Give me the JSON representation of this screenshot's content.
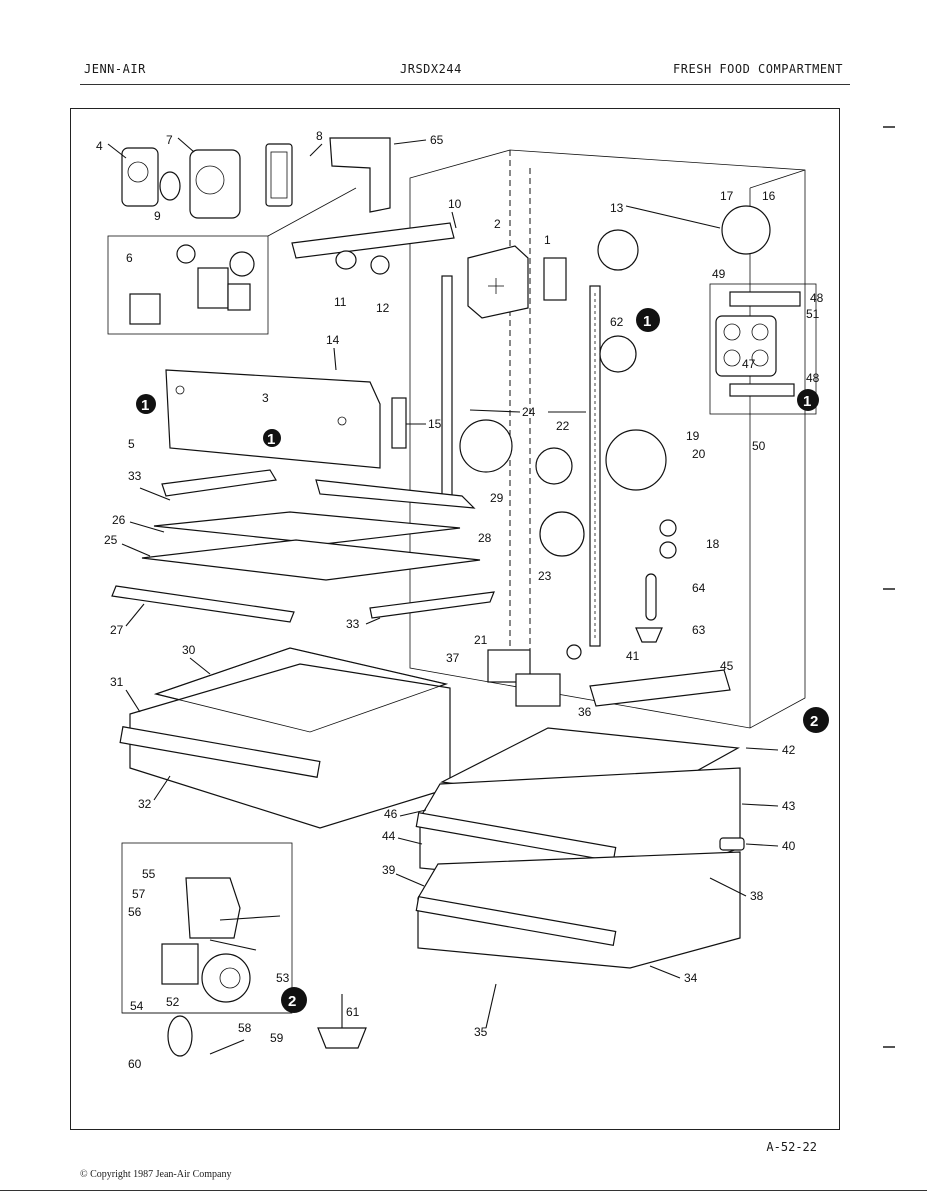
{
  "header": {
    "left": "JENN-AIR",
    "center": "JRSDX244",
    "right": "FRESH FOOD COMPARTMENT"
  },
  "page_code": "A-52-22",
  "copyright": "© Copyright 1987 Jean-Air Company",
  "bubbles": [
    "1",
    "2"
  ],
  "callouts": [
    "1",
    "2",
    "3",
    "4",
    "5",
    "6",
    "7",
    "8",
    "9",
    "10",
    "11",
    "12",
    "13",
    "14",
    "15",
    "16",
    "17",
    "18",
    "19",
    "20",
    "21",
    "22",
    "23",
    "24",
    "25",
    "26",
    "27",
    "28",
    "29",
    "30",
    "31",
    "32",
    "33",
    "34",
    "35",
    "36",
    "37",
    "38",
    "39",
    "40",
    "41",
    "42",
    "43",
    "44",
    "45",
    "46",
    "47",
    "48",
    "49",
    "50",
    "51",
    "52",
    "53",
    "54",
    "55",
    "56",
    "57",
    "58",
    "59",
    "60",
    "61",
    "62",
    "63",
    "64",
    "65"
  ]
}
